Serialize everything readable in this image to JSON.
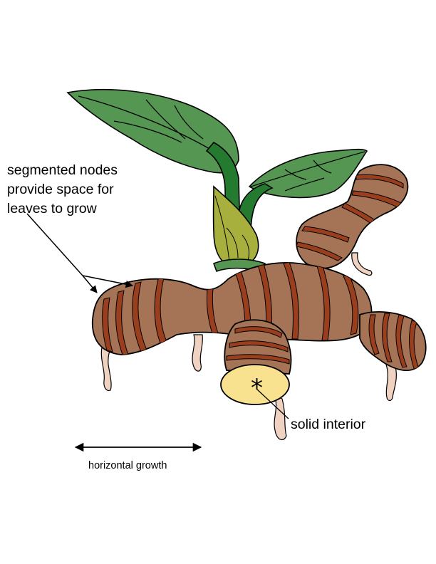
{
  "labels": {
    "nodes": [
      "segmented nodes",
      "provide space for",
      "leaves to grow"
    ],
    "solid": "solid interior",
    "growth": "horizontal growth"
  },
  "colors": {
    "rhizome": "#a57456",
    "stripe": "#9a3f1e",
    "leaf": "#559652",
    "stem": "#247a2f",
    "bud": "#a7b03d",
    "root": "#f0d2c2",
    "interior": "#f8e28f",
    "outline": "#000000"
  }
}
